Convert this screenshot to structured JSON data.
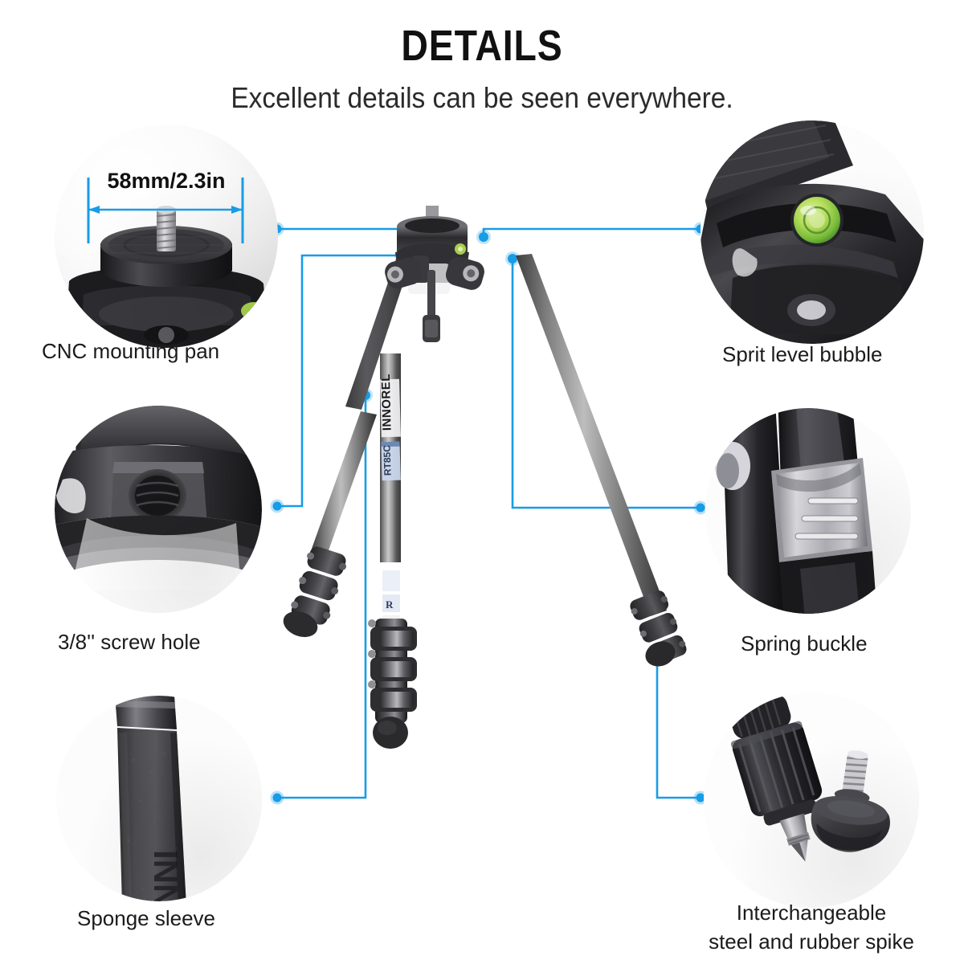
{
  "header": {
    "title": "DETAILS",
    "subtitle": "Excellent details can be seen everywhere."
  },
  "accent_color": "#189ce6",
  "callouts": [
    {
      "id": "cnc-mounting-pan",
      "label": "CNC mounting pan",
      "dimension_label": "58mm/2.3in",
      "position": "top-left"
    },
    {
      "id": "screw-hole",
      "label": "3/8'' screw hole",
      "position": "middle-left"
    },
    {
      "id": "sponge-sleeve",
      "label": "Sponge sleeve",
      "position": "bottom-left"
    },
    {
      "id": "sprit-level-bubble",
      "label": "Sprit level bubble",
      "position": "top-right"
    },
    {
      "id": "spring-buckle",
      "label": "Spring buckle",
      "position": "middle-right"
    },
    {
      "id": "interchangeable-spike",
      "label": "Interchangeable\nsteel and rubber spike",
      "label_line1": "Interchangeable",
      "label_line2": "steel and rubber spike",
      "position": "bottom-right"
    }
  ],
  "product": {
    "brand": "INNOREL",
    "model": "RT85C"
  }
}
